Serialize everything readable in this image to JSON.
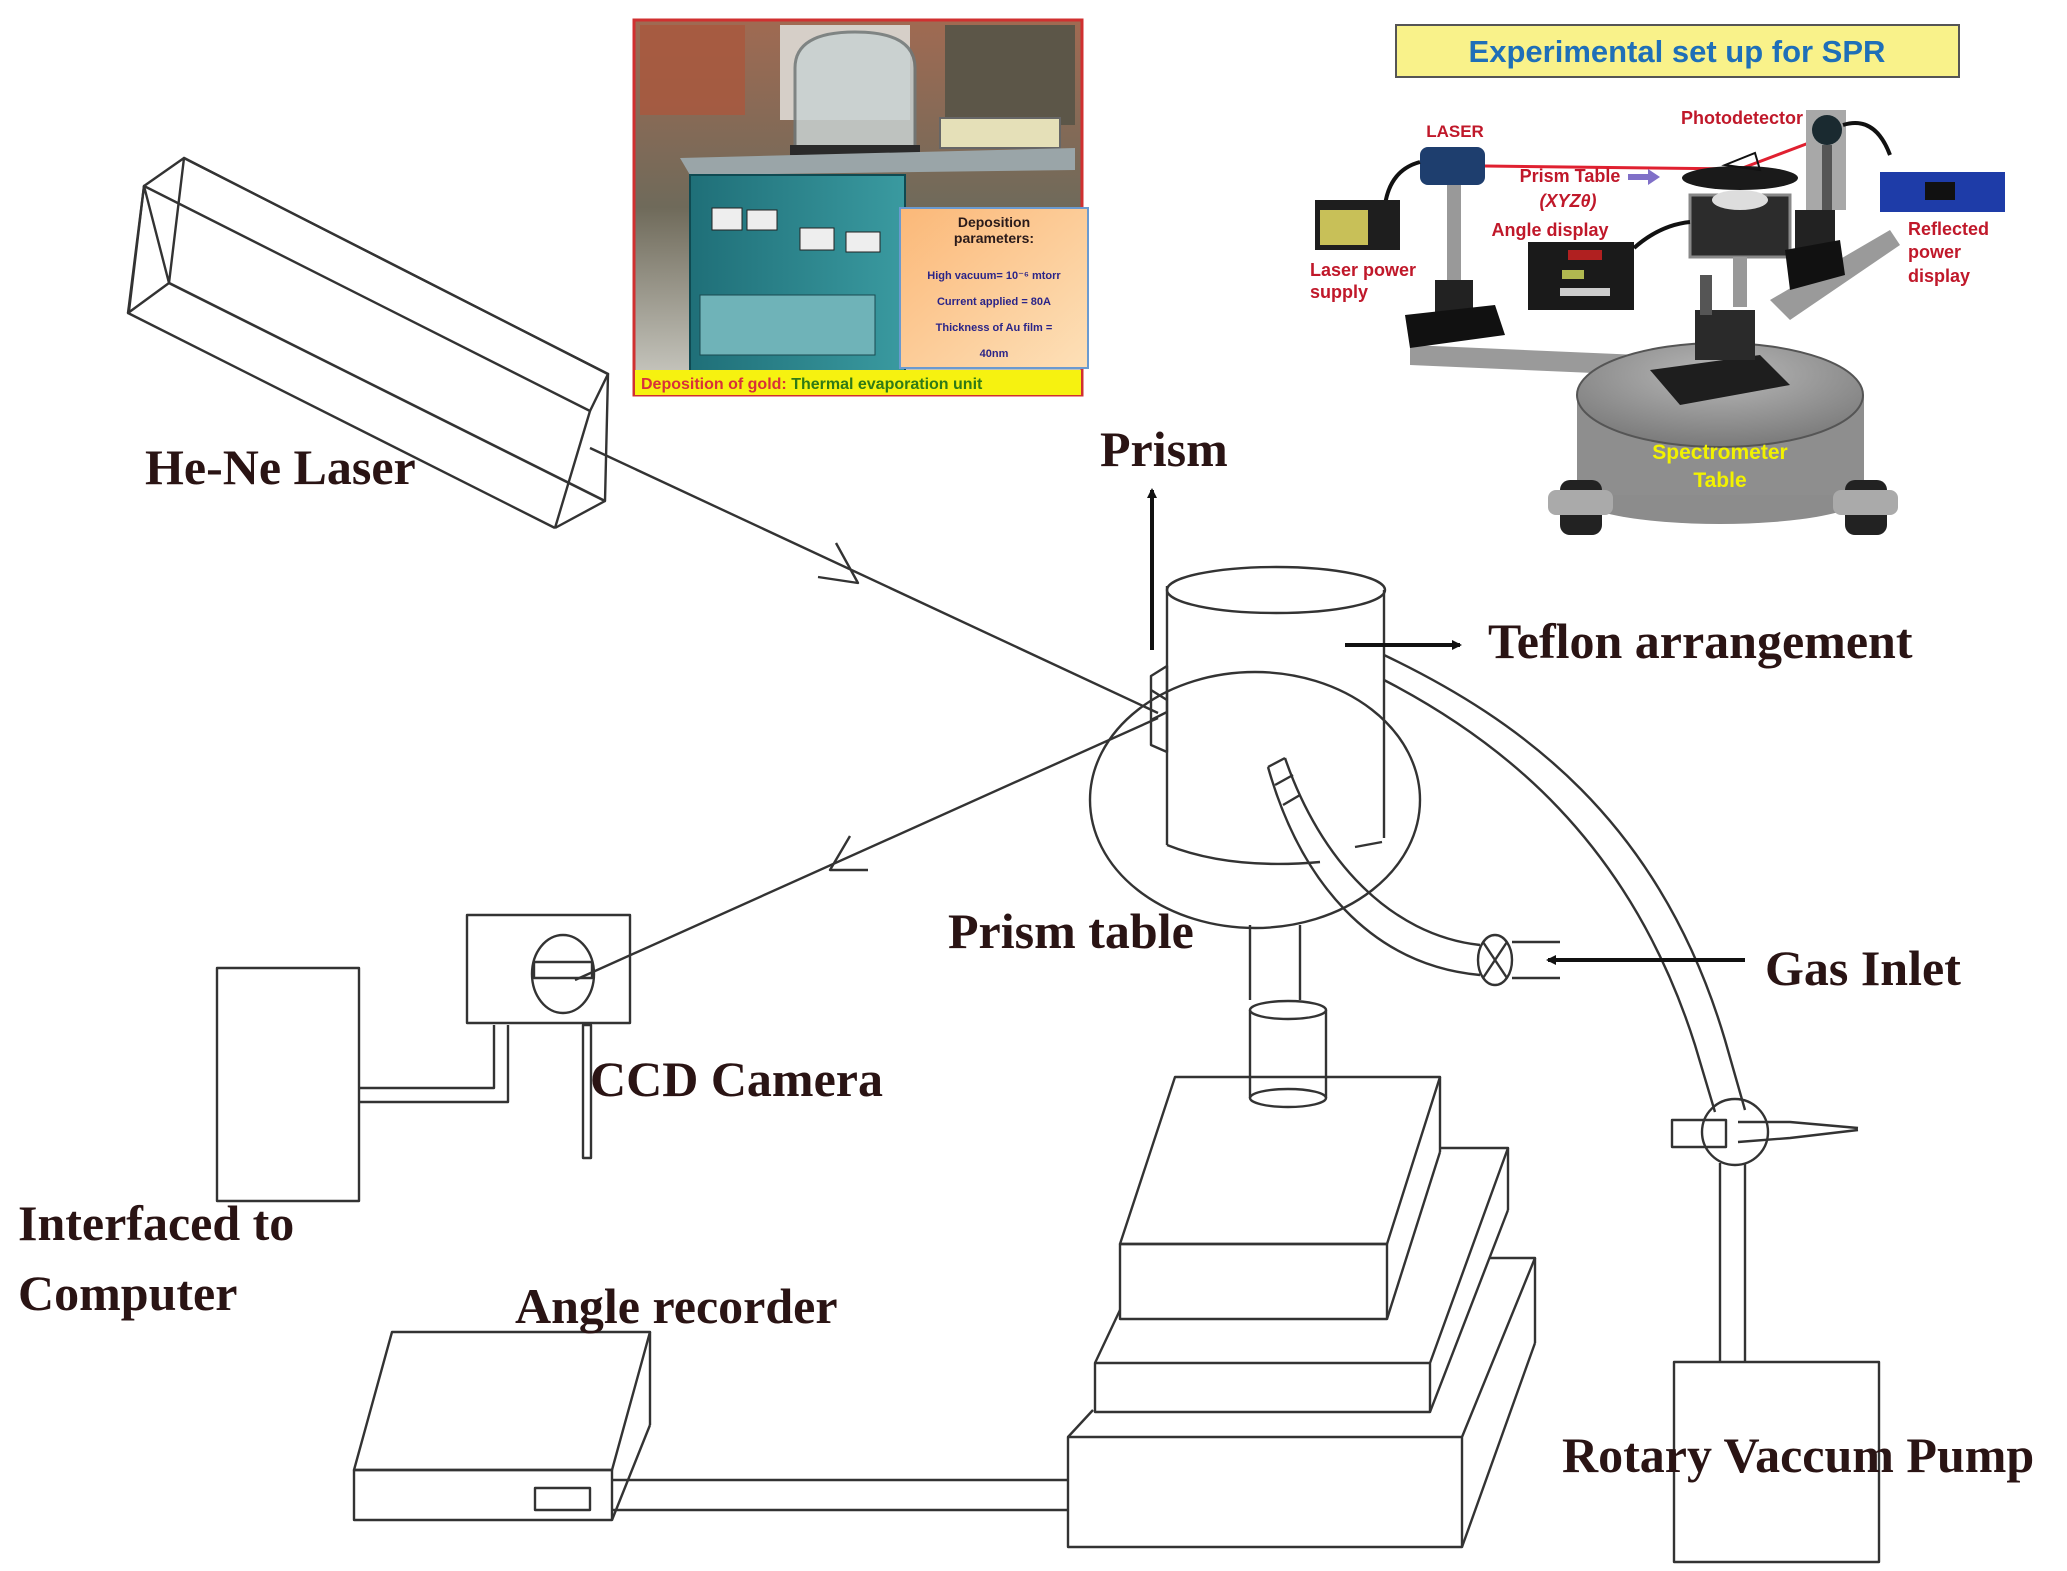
{
  "diagram": {
    "labels": {
      "laser": "He-Ne Laser",
      "prism": "Prism",
      "teflon": "Teflon arrangement",
      "prism_table": "Prism table",
      "gas_inlet": "Gas Inlet",
      "ccd_camera": "CCD Camera",
      "interfaced_line1": "Interfaced to",
      "interfaced_line2": "Computer",
      "angle_recorder": "Angle recorder",
      "vacuum_pump": "Rotary Vaccum Pump"
    }
  },
  "deposition_inset": {
    "params_title_line1": "Deposition",
    "params_title_line2": "parameters:",
    "param_vacuum": "High vacuum= 10⁻⁶ mtorr",
    "param_current": "Current applied = 80A",
    "param_thickness_line1": "Thickness of Au film =",
    "param_thickness_line2": "40nm",
    "caption_part1": "Deposition of gold:",
    "caption_part2": " Thermal  evaporation unit"
  },
  "spr_inset": {
    "title": "Experimental set up for SPR",
    "laser": "LASER",
    "photodetector": "Photodetector",
    "prism_table": "Prism Table",
    "prism_table_axes": "(XYZθ)",
    "angle_display": "Angle display",
    "laser_power_line1": "Laser power",
    "laser_power_line2": "supply",
    "reflected_line1": "Reflected",
    "reflected_line2": "power",
    "reflected_line3": "display",
    "spectrometer_line1": "Spectrometer",
    "spectrometer_line2": "Table"
  },
  "colors": {
    "ink": "#2a1414",
    "inset_label_red": "#c0182a",
    "title_blue": "#1f6fb8",
    "title_bg": "#f9f28a",
    "caption_bg": "#f6f210",
    "caption_red": "#d8303a",
    "caption_green": "#2f7a16",
    "params_bg": "#fbc48a",
    "params_text": "#2a2488",
    "spectrometer_text": "#f2f200"
  }
}
